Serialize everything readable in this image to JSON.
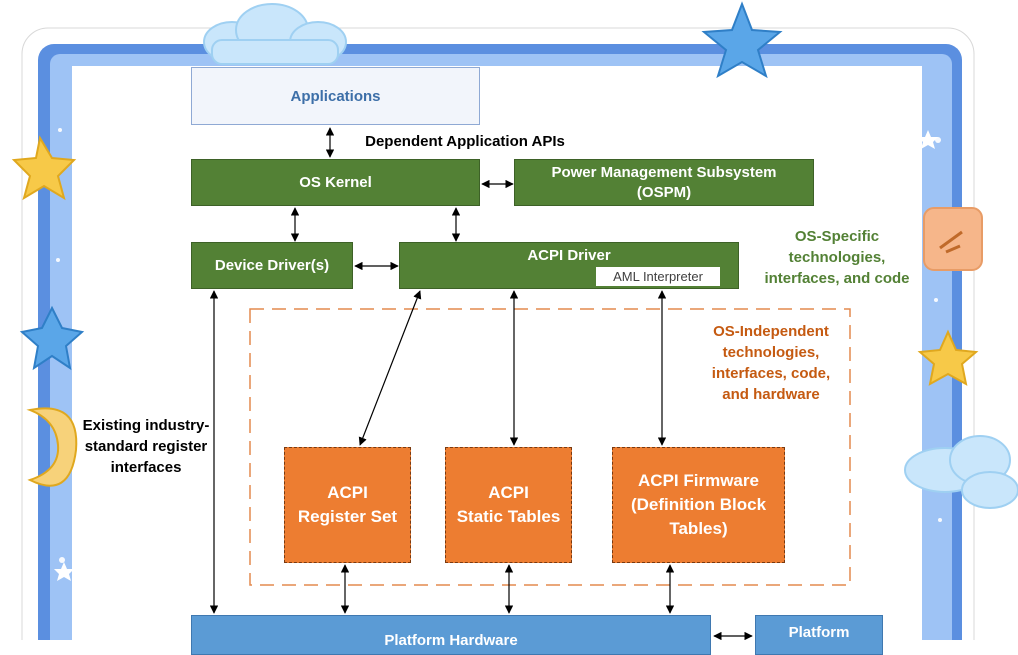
{
  "nodes": {
    "applications": "Applications",
    "os_kernel": "OS Kernel",
    "ospm_line1": "Power Management Subsystem",
    "ospm_line2": "(OSPM)",
    "device_drivers": "Device Driver(s)",
    "acpi_driver": "ACPI Driver",
    "aml_interpreter": "AML Interpreter",
    "acpi_register_line1": "ACPI",
    "acpi_register_line2": "Register Set",
    "acpi_static_line1": "ACPI",
    "acpi_static_line2": "Static Tables",
    "acpi_firmware_line1": "ACPI Firmware",
    "acpi_firmware_line2": "(Definition Block",
    "acpi_firmware_line3": "Tables)",
    "platform_hardware": "Platform Hardware",
    "platform_right": "Platform"
  },
  "labels": {
    "dependent_apis": "Dependent Application APIs",
    "os_specific_line1": "OS-Specific",
    "os_specific_line2": "technologies,",
    "os_specific_line3": "interfaces, and code",
    "os_independent_line1": "OS-Independent",
    "os_independent_line2": "technologies,",
    "os_independent_line3": "interfaces, code,",
    "os_independent_line4": "and hardware",
    "existing_line1": "Existing industry-",
    "existing_line2": "standard register",
    "existing_line3": "interfaces"
  },
  "colors": {
    "os_specific": "#538135",
    "os_independent": "#c55a11",
    "frame_blue": "#5b8fe0",
    "frame_light": "#9ec3f5"
  },
  "decorations": [
    "cloud",
    "star",
    "crescent-moon",
    "photo-frame"
  ]
}
